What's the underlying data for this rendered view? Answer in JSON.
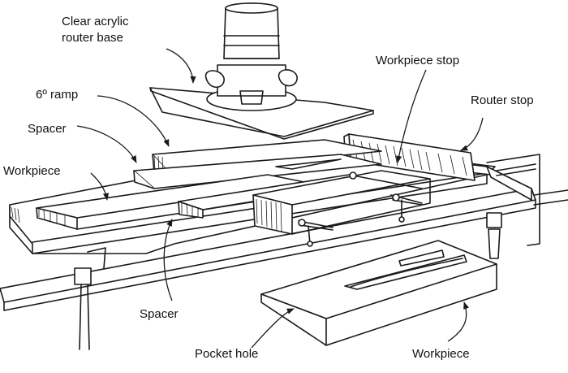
{
  "labels": {
    "router_base": "Clear acrylic\nrouter base",
    "ramp": "6º ramp",
    "spacer_top": "Spacer",
    "workpiece_left": "Workpiece",
    "workpiece_stop": "Workpiece stop",
    "router_stop": "Router stop",
    "spacer_bottom": "Spacer",
    "pocket_hole": "Pocket hole",
    "workpiece_bottom": "Workpiece"
  },
  "colors": {
    "ink": "#1a1a1a",
    "paper": "#ffffff"
  },
  "icons": [
    "router-icon",
    "clamp-icon",
    "toggle-pin-icon"
  ]
}
